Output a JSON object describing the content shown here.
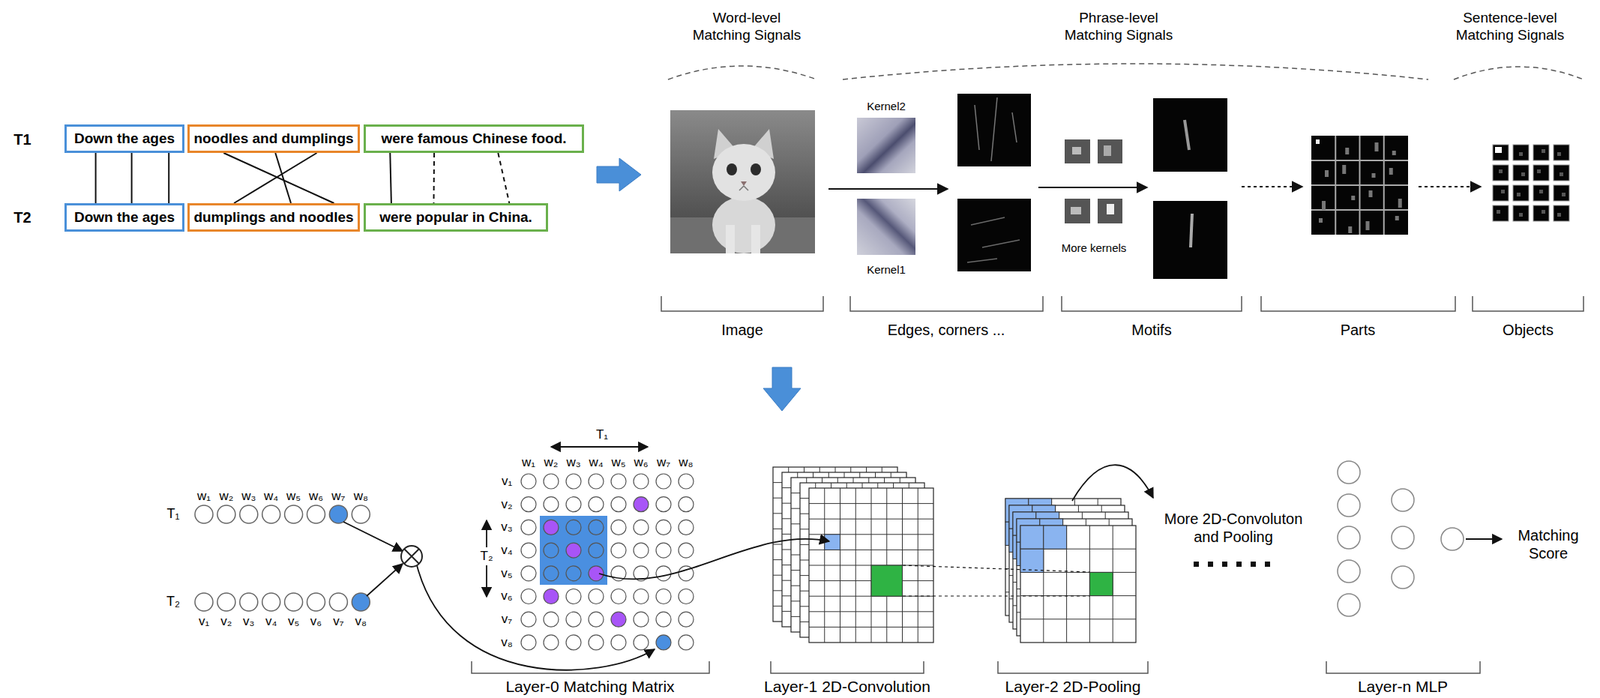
{
  "diagram": {
    "nodes": [
      {
        "text": [
          "Down the ages"
        ]
      },
      {
        "text": [
          "noodles and dumplings"
        ]
      },
      {
        "text": [
          "were famous Chinese food."
        ]
      },
      {
        "text": [
          "Down the ages"
        ]
      },
      {
        "text": [
          "dumplings and noodles"
        ]
      },
      {
        "text": [
          "were popular in China."
        ]
      }
    ],
    "edges": [
      {
        "from": 0,
        "to": 3,
        "arrow": "none"
      },
      {
        "from": 0,
        "to": 3,
        "arrow": "none"
      },
      {
        "from": 0,
        "to": 3,
        "arrow": "none"
      },
      {
        "from": 1,
        "to": 4,
        "arrow": "none"
      },
      {
        "from": 1,
        "to": 4,
        "arrow": "none"
      },
      {
        "from": 1,
        "to": 4,
        "arrow": "none"
      },
      {
        "from": 2,
        "to": 5,
        "arrow": "none"
      },
      {
        "from": 2,
        "to": 5,
        "arrow": "none"
      },
      {
        "from": 2,
        "to": 5,
        "arrow": "none"
      }
    ],
    "labels": [
      "T1",
      "T2",
      "Word-level Matching Signals",
      "Phrase-level Matching Signals",
      "Sentence-level Matching Signals",
      "Kernel2",
      "Kernel1",
      "More kernels",
      "Image",
      "Edges, corners ...",
      "Motifs",
      "Parts",
      "Objects",
      "w₁",
      "w₂",
      "w₃",
      "w₄",
      "w₅",
      "w₆",
      "w₇",
      "w₈",
      "T₁",
      "T₂",
      "v₁",
      "v₂",
      "v₃",
      "v₄",
      "v₅",
      "v₆",
      "v₇",
      "v₈",
      "w₁",
      "w₂",
      "w₃",
      "w₄",
      "w₅",
      "w₆",
      "w₇",
      "w₈",
      "v₁",
      "v₂",
      "v₃",
      "v₄",
      "v₅",
      "v₆",
      "v₇",
      "v₈",
      "T₁",
      "T₂",
      "More 2D-Convoluton and Pooling",
      "Matching Score",
      "Layer-0 Matching Matrix",
      "Layer-1 2D-Convolution",
      "Layer-2 2D-Pooling",
      "Layer-n MLP"
    ]
  }
}
